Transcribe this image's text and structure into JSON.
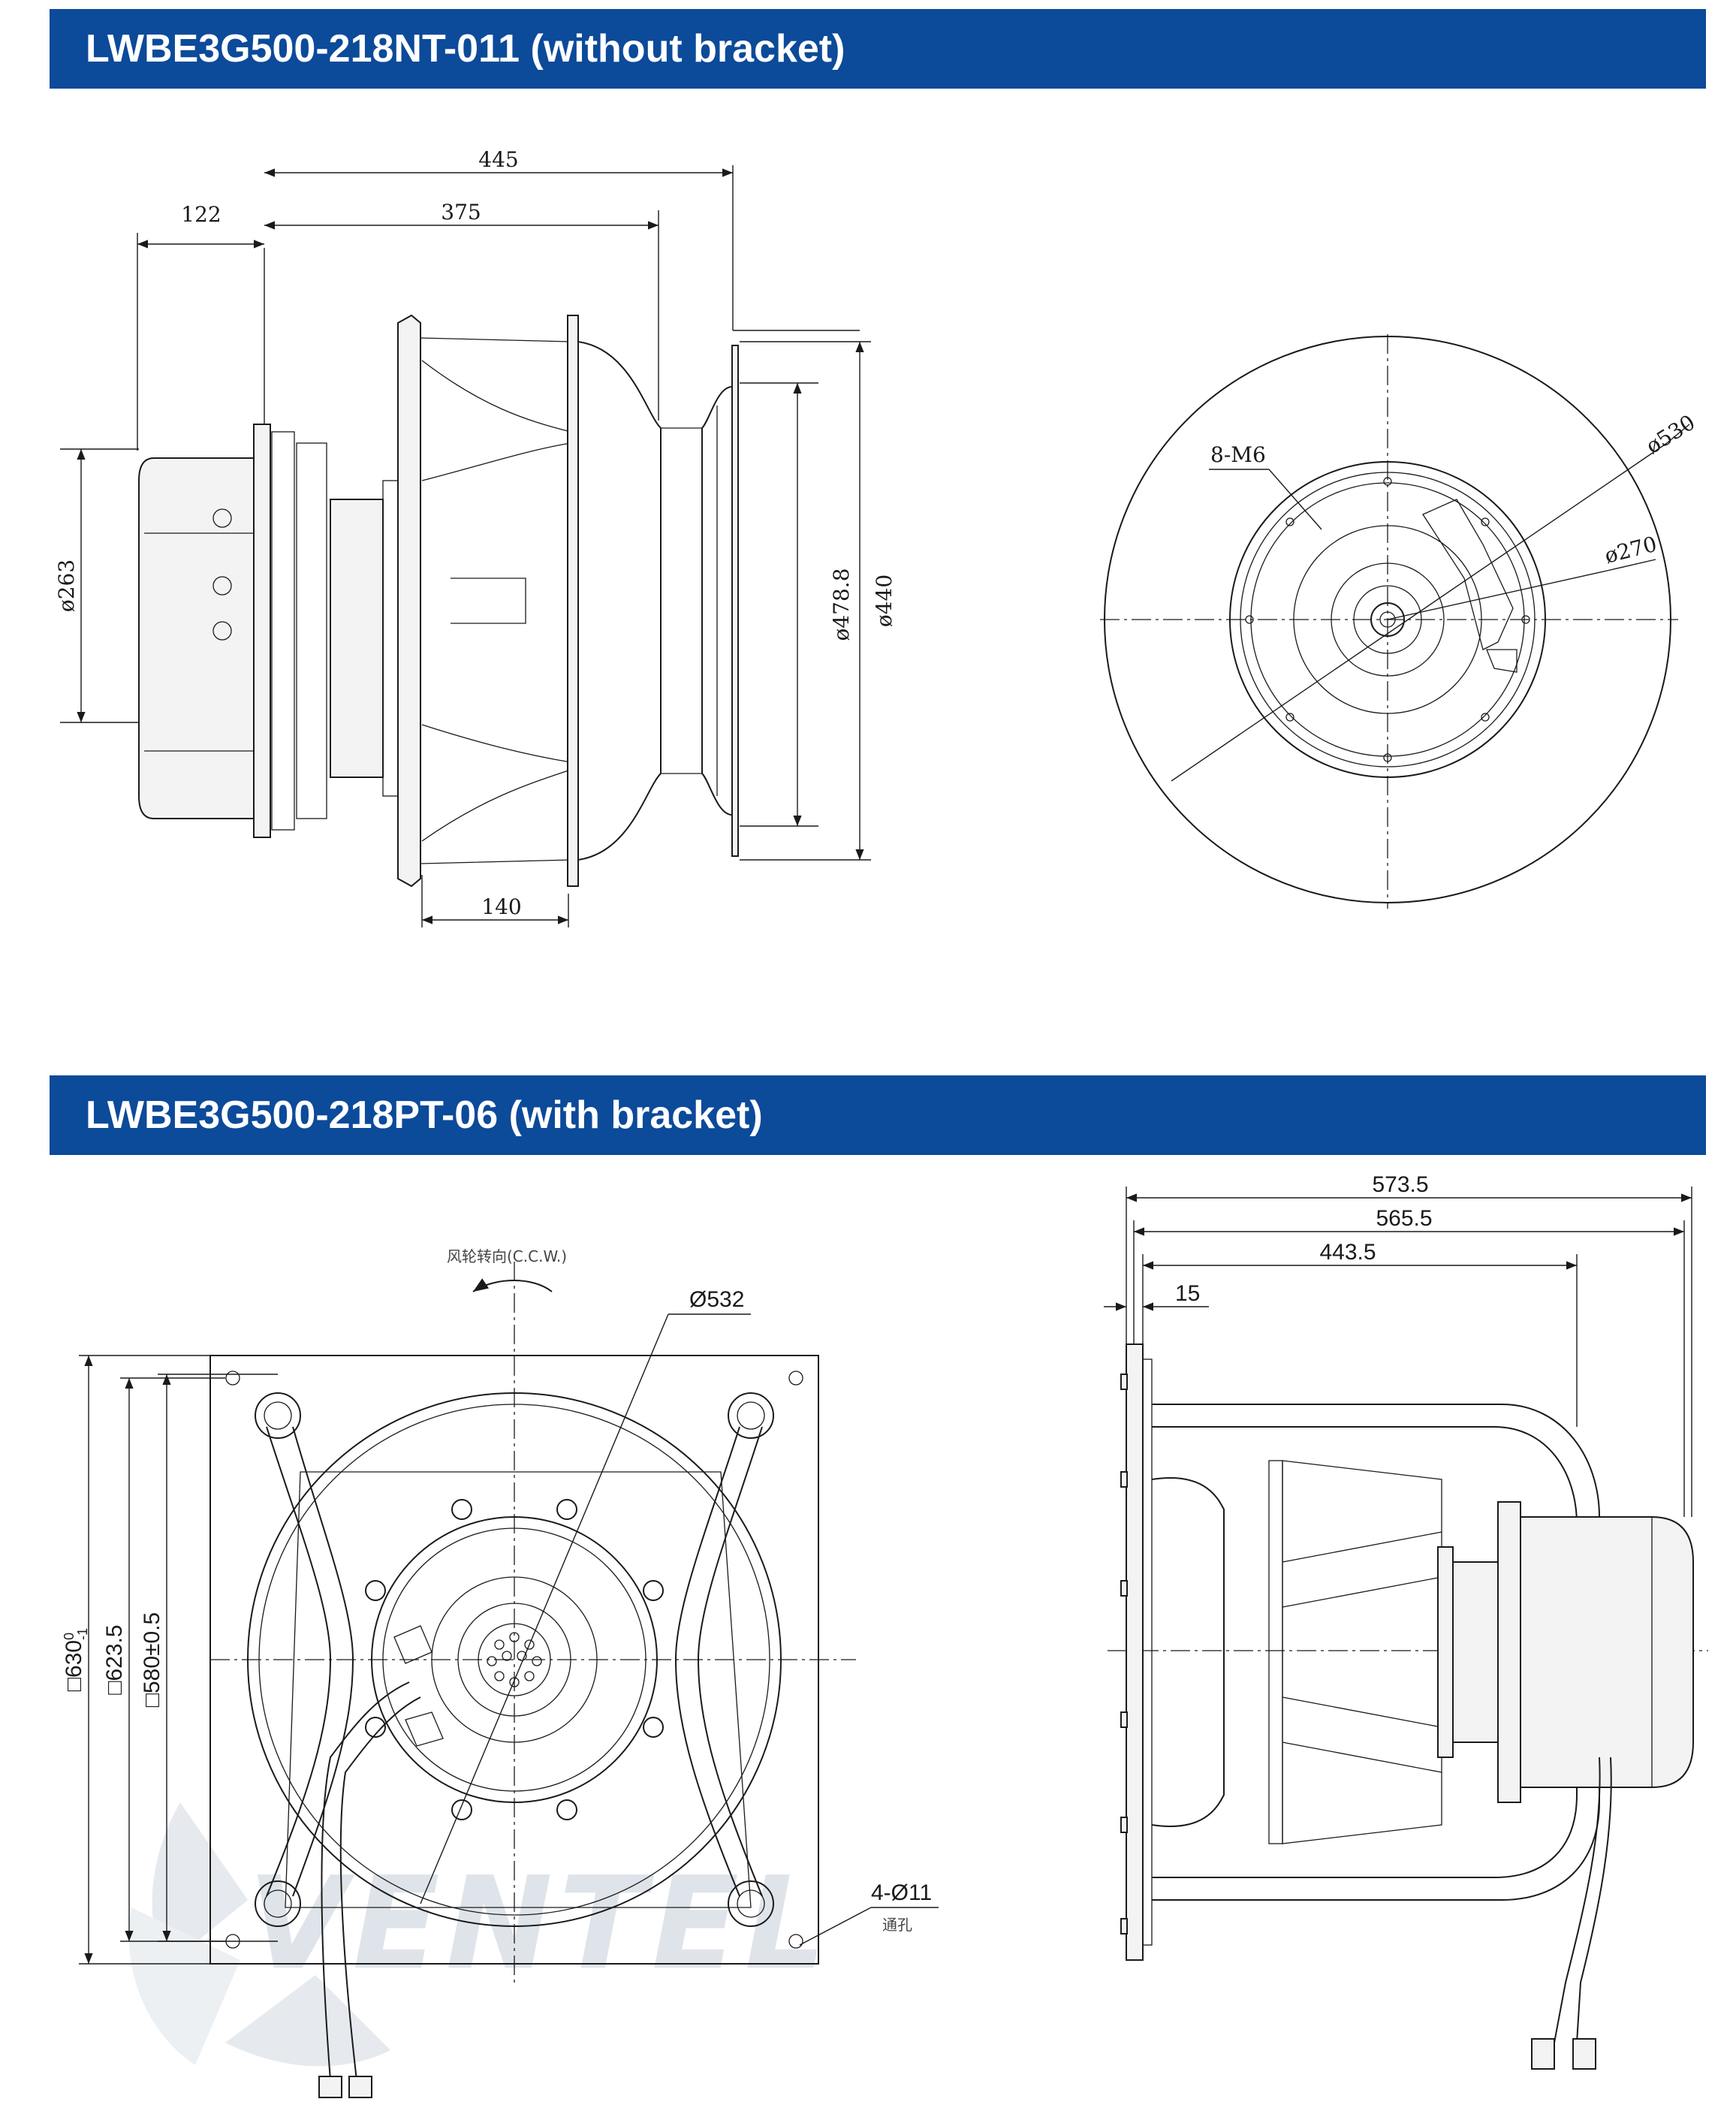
{
  "sections": [
    {
      "title": "LWBE3G500-218NT-011 (without bracket)",
      "side_view": {
        "dims": {
          "overall": "445",
          "impeller": "375",
          "motor": "122",
          "motor_dia": "ø263",
          "outlet_dia": "ø478.8",
          "inlet_dia": "ø440",
          "inlet_depth": "140"
        }
      },
      "front_view": {
        "labels": {
          "holes": "8-M6",
          "outer_dia": "ø530",
          "bolt_circle": "ø270"
        }
      }
    },
    {
      "title": "LWBE3G500-218PT-06 (with bracket)",
      "front_view": {
        "labels": {
          "rotation": "风轮转向(C.C.W.)",
          "outer_dia": "Ø532",
          "plate": "□630",
          "plate_tol_upper": "0",
          "plate_tol_lower": "-1",
          "hole_pitch": "□623.5",
          "hole_pitch_inner": "□580±0.5",
          "holes": "4-Ø11",
          "holes_note": "通孔"
        }
      },
      "side_view": {
        "dims": {
          "overall": "573.5",
          "body": "565.5",
          "impeller": "443.5",
          "plate": "15"
        }
      }
    }
  ],
  "watermark": "VENTEL"
}
